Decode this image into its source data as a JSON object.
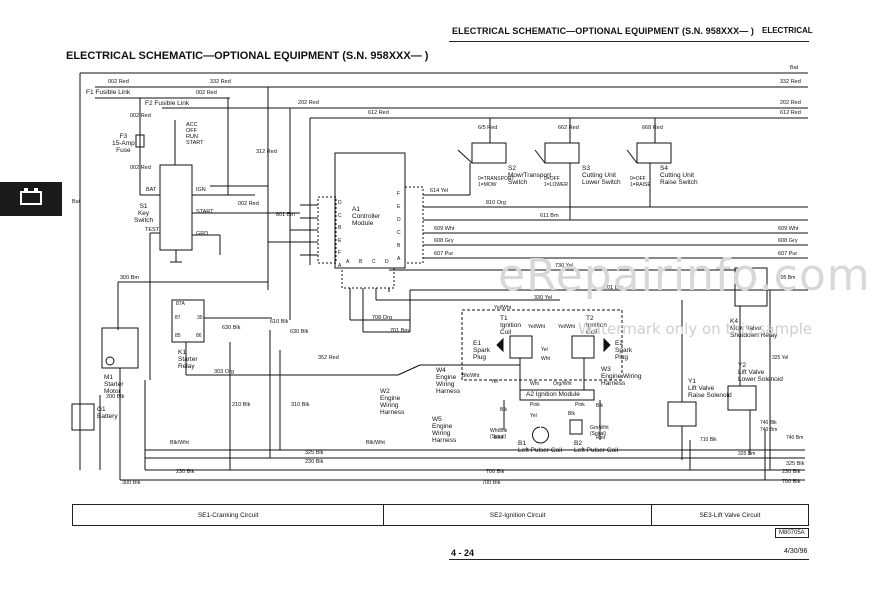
{
  "header": {
    "running_title": "ELECTRICAL SCHEMATIC—OPTIONAL EQUIPMENT (S.N. 958XXX—   )",
    "section": "ELECTRICAL"
  },
  "title": "ELECTRICAL SCHEMATIC—OPTIONAL EQUIPMENT (S.N. 958XXX—    )",
  "watermark": "eRepairinfo.com",
  "watermark_sub": "Watermark only on this sample",
  "circuits": [
    "SE1-Cranking Circuit",
    "SE2-Ignition Circuit",
    "SE3-Lift Valve Circuit"
  ],
  "figure_code": "M80705A",
  "page_number": "4 - 24",
  "date": "4/30/96",
  "components": {
    "f1": "F1 Fusible Link",
    "f2": "F2 Fusible Link",
    "f3": [
      "F3",
      "15-Amp",
      "Fuse"
    ],
    "s1": [
      "S1",
      "Key",
      "Switch"
    ],
    "key_positions": [
      "ACC",
      "OFF",
      "RUN",
      "START"
    ],
    "key_terms": [
      "BAT",
      "IGN",
      "START",
      "TEST",
      "GRD"
    ],
    "k1": [
      "K1",
      "Starter",
      "Relay"
    ],
    "relay_pins": [
      "87A",
      "87",
      "30",
      "85",
      "86"
    ],
    "m1": [
      "M1",
      "Starter",
      "Motor"
    ],
    "g1": [
      "G1",
      "Battery"
    ],
    "a1": [
      "A1",
      "Controller",
      "Module"
    ],
    "a1_left_pins": [
      "D",
      "C",
      "B",
      "E",
      "F",
      "A"
    ],
    "a1_right_pins": [
      "F",
      "E",
      "D",
      "C",
      "B",
      "A"
    ],
    "a1_bottom_pins": [
      "A",
      "B",
      "C",
      "D"
    ],
    "s2": [
      "S2",
      "Mow/Transport",
      "Switch"
    ],
    "s2_states": [
      "0=TRANSPORT",
      "1=MOW"
    ],
    "s3": [
      "S3",
      "Cutting Unit",
      "Lower Switch"
    ],
    "s3_states": [
      "0=OFF",
      "1=LOWER"
    ],
    "s4": [
      "S4",
      "Cutting Unit",
      "Raise Switch"
    ],
    "s4_states": [
      "0=OFF",
      "1=RAISE"
    ],
    "t1": [
      "T1",
      "Ignition",
      "Coil"
    ],
    "t2": [
      "T2",
      "Ignition",
      "Coil"
    ],
    "e1": [
      "E1",
      "Spark",
      "Plug"
    ],
    "e2": [
      "E2",
      "Spark",
      "Plug"
    ],
    "w4": [
      "W4",
      "Engine",
      "Wiring",
      "Harness"
    ],
    "w3": [
      "W3",
      "Engine Wiring",
      "Harness"
    ],
    "w2": [
      "W2",
      "Engine",
      "Wiring",
      "Harness"
    ],
    "w5": [
      "W5",
      "Engine",
      "Wiring",
      "Harness"
    ],
    "a2": "A2 Ignition Module",
    "b1": [
      "B1",
      "Left Pulser Coil"
    ],
    "b2": [
      "B2",
      "Left Pulser Coil"
    ],
    "y1": [
      "Y1",
      "Lift Valve",
      "Raise Solenoid"
    ],
    "y2": [
      "Y2",
      "Lift Valve",
      "Lower Solenoid"
    ],
    "k4": [
      "K4",
      "Mow Valve",
      "Shutdown Relay"
    ]
  },
  "wires": {
    "top_right": [
      "Bat",
      "332 Red",
      "202 Red",
      "612 Red"
    ],
    "top_left": [
      "002 Red",
      "002 Red",
      "332 Red",
      "202 Red",
      "612 Red"
    ],
    "bat_left": "Bat",
    "f3_wires": [
      "002 Red",
      "002 Red"
    ],
    "key_wires": [
      "002 Red",
      "801 Bm",
      "312 Red",
      "630 Blk"
    ],
    "a1_right": [
      "614 Yel",
      "810 Org",
      "611 Bm",
      "609 Wht",
      "608 Gry",
      "607 Pur",
      "730 Yel"
    ],
    "a1_top": [
      "6/5 Red",
      "662 Red",
      "668 Red"
    ],
    "right_edge": [
      "609 Wht",
      "608 Gry",
      "607 Pur"
    ],
    "middle": [
      "708 Org",
      "701 Bm",
      "701 Bm",
      "330 Yel",
      "303 Org",
      "352 Red"
    ],
    "left_vertical": [
      "300 Bm",
      "200 Blk",
      "210 Blk",
      "310 Blk",
      "610 Blk",
      "630 Blk"
    ],
    "bottom": [
      "Blk/Wht",
      "Blk/Wht",
      "325 Blk",
      "230 Blk",
      "300 Blk",
      "230 Blk",
      "700 Blk",
      "700 Blk",
      "325 Blk",
      "230 Blk",
      "700 Blk"
    ],
    "ignition": [
      "Yel/Wht",
      "Yel/Wht",
      "Yel/Wht",
      "Yel",
      "Yel",
      "Wht",
      "Wht",
      "Org/Wht",
      "Blk/Wht",
      "Pink",
      "Pink",
      "Yel",
      "Blk",
      "Red",
      "Red",
      "Wht/Blk",
      "(Spiral)",
      "Grn/Wht",
      "(Spiral)",
      "Blk",
      "Blk"
    ],
    "lift": [
      "710 Blk",
      "740 Bm",
      "325 Yel",
      "740 Blk",
      "740 Bm",
      "705 Bm",
      "325 Bm"
    ]
  }
}
